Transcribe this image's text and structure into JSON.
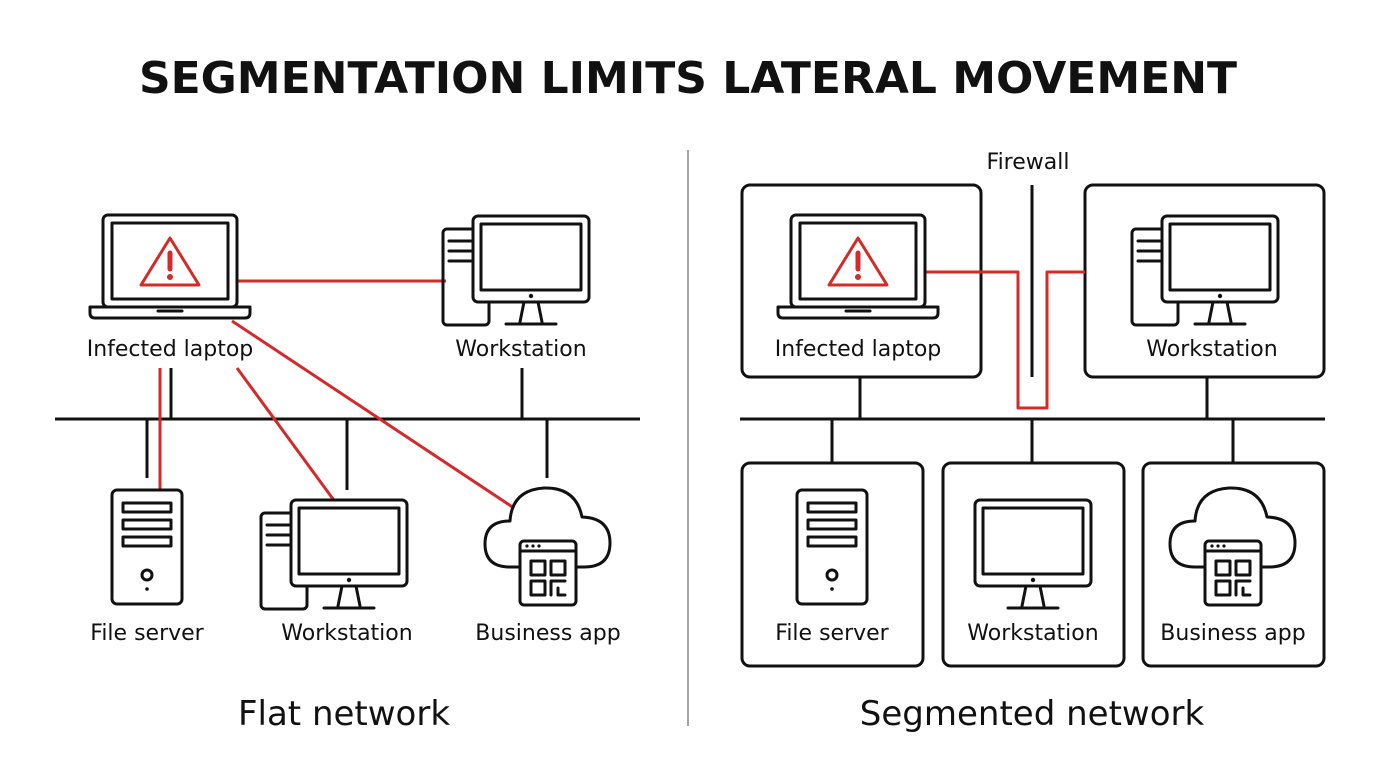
{
  "title": "SEGMENTATION LIMITS LATERAL MOVEMENT",
  "flat_network": {
    "caption": "Flat network",
    "nodes": {
      "infected": "Infected laptop",
      "workstation_top": "Workstation",
      "file_server": "File server",
      "workstation_bottom": "Workstation",
      "business_app": "Business app"
    }
  },
  "segmented_network": {
    "caption": "Segmented network",
    "firewall": "Firewall",
    "nodes": {
      "infected": "Infected laptop",
      "workstation_top": "Workstation",
      "file_server": "File server",
      "workstation_bottom": "Workstation",
      "business_app": "Business app"
    }
  },
  "colors": {
    "attack_path": "#d42a2a",
    "ink": "#111111"
  },
  "icons": [
    "laptop-icon",
    "warning-icon",
    "workstation-icon",
    "server-icon",
    "cloud-app-icon"
  ]
}
